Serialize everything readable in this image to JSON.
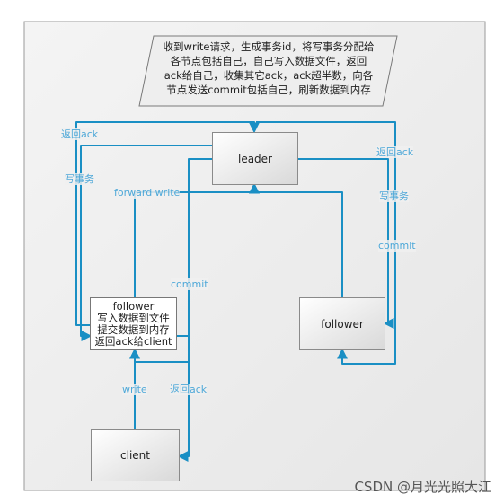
{
  "note": {
    "lines": [
      "收到write请求，生成事务id，将写事务分配给",
      "各节点包括自己，自己写入数据文件，返回",
      "ack给自己，收集其它ack，ack超半数，向各",
      "节点发送commit包括自己，刷新数据到内存"
    ]
  },
  "nodes": {
    "leader": "leader",
    "follower_left": {
      "lines": [
        "follower",
        "写入数据到文件",
        "提交数据到内存",
        "返回ack给client"
      ]
    },
    "follower_right": "follower",
    "client": "client"
  },
  "edges": {
    "return_ack_left": "返回ack",
    "write_tx_left": "写事务",
    "forward_write": "forward write",
    "commit_mid": "commit",
    "return_ack_right": "返回ack",
    "write_tx_right": "写事务",
    "commit_right": "commit",
    "write_client": "write",
    "return_ack_client": "返回ack"
  },
  "watermark": "CSDN @月光光照大江",
  "colors": {
    "edge": "#1a8fc4",
    "label": "#4ea8d8"
  }
}
